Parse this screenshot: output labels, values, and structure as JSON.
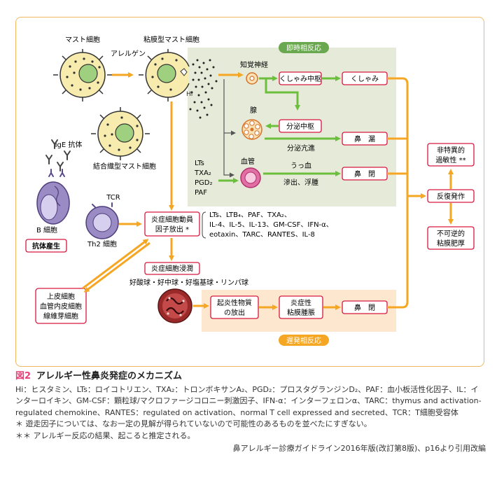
{
  "diagram": {
    "cells": {
      "mast_cell": "マスト細胞",
      "mucosal_mast_cell": "粘膜型マスト細胞",
      "allergen": "アレルゲン",
      "connective_mast_cell": "結合織型マスト細胞",
      "ige_antibody": "IgE 抗体",
      "b_cell": "B 細胞",
      "antibody_production": "抗体産生",
      "tcr": "TCR",
      "th2_cell": "Th2 細胞",
      "epithelial_cells": [
        "上皮細胞",
        "血管内皮細胞",
        "線維芽細胞"
      ],
      "hi_label": "Hi"
    },
    "immediate": {
      "label": "即時相反応",
      "sensory_nerve": "知覚神経",
      "sneeze_center": "くしゃみ中枢",
      "sneeze": "くしゃみ",
      "gland": "腺",
      "secretion_center": "分泌中枢",
      "secretion_hyper": "分泌亢進",
      "rhinorrhea": "鼻　漏",
      "vessel": "血管",
      "congestion": "うっ血",
      "exudation_edema": "滲出、浮腫",
      "obstruction": "鼻　閉",
      "mediators": [
        "LTs",
        "TXA₂",
        "PGD₂",
        "PAF"
      ]
    },
    "inflammation": {
      "recruitment_box": [
        "炎症細胞動員",
        "因子放出 *"
      ],
      "factors": [
        "LTs、LTB₄、PAF、TXA₂、",
        "IL-4、IL-5、IL-13、GM-CSF、IFN-α、",
        "eotaxin、TARC、RANTES、IL-8"
      ],
      "infiltration": "炎症細胞浸潤",
      "cell_types": "好酸球・好中球・好塩基球・リンパ球"
    },
    "late": {
      "label": "遅発相反応",
      "release": [
        "起炎性物質",
        "の放出"
      ],
      "swelling": [
        "炎症性",
        "粘膜腫脹"
      ],
      "obstruction": "鼻　閉"
    },
    "outcomes": {
      "hyperreactivity": [
        "非特異的",
        "過敏性 **"
      ],
      "recurrence": "反復発作",
      "hypertrophy": [
        "不可逆的",
        "粘膜肥厚"
      ]
    },
    "colors": {
      "arrow": "#f5a623",
      "green_arrow": "#6cbf3c",
      "box_border": "#d6173f",
      "immediate_bg": "#e6ead8",
      "late_bg": "#fde8cf",
      "label_green": "#6aa84f",
      "label_orange": "#f5a623",
      "cell_fill": "#f7ebae",
      "nucleus": "#9ed07f",
      "lymph": "#9a8bc4"
    }
  },
  "caption": {
    "fig_num": "図2",
    "title": "アレルギー性鼻炎発症のメカニズム",
    "body": "Hi：ヒスタミン、LTs：ロイコトリエン、TXA₂：トロンボキサンA₂、PGD₂：プロスタグランジンD₂、PAF：血小板活性化因子、IL：インターロイキン、GM-CSF：顆粒球/マクロファージコロニー刺激因子、IFN-α：インターフェロンα、TARC：thymus and activation-regulated chemokine、RANTES：regulated on activation、normal T cell expressed and secreted、TCR：T細胞受容体",
    "note1": "＊ 遊走因子については、なお一定の見解が得られていないので可能性のあるものを並べたにすぎない。",
    "note2": "＊＊ アレルギー反応の結果、起こると推定される。",
    "source": "鼻アレルギー診療ガイドライン2016年版(改訂第8版)、p16より引用改編"
  }
}
